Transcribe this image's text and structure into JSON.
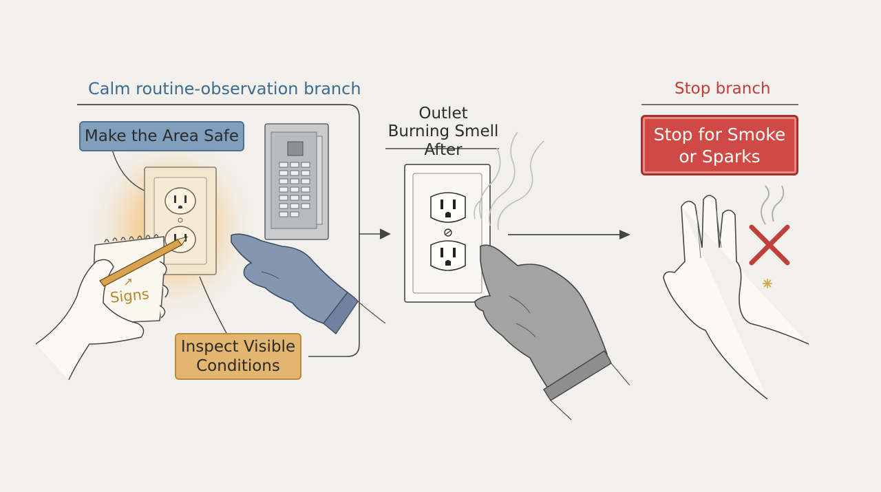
{
  "calm_branch": {
    "title": "Calm routine-observation branch",
    "make_area_safe": "Make the Area Safe",
    "notepad_label": "Signs",
    "inspect": {
      "line1": "Inspect Visible",
      "line2": "Conditions"
    }
  },
  "center": {
    "title": "Outlet Burning Smell After"
  },
  "stop_branch": {
    "title": "Stop branch",
    "stop": {
      "line1": "Stop for Smoke",
      "line2": "or Sparks"
    }
  },
  "colors": {
    "calm_blue": "#3f6b8f",
    "safe_box_fill": "#7f9fbd",
    "inspect_box_fill": "#e3b56f",
    "glow": "#f5b04a",
    "stop_red": "#cf4a44",
    "glove_blue": "#7d92ad",
    "glove_gray": "#9a9a9a"
  }
}
